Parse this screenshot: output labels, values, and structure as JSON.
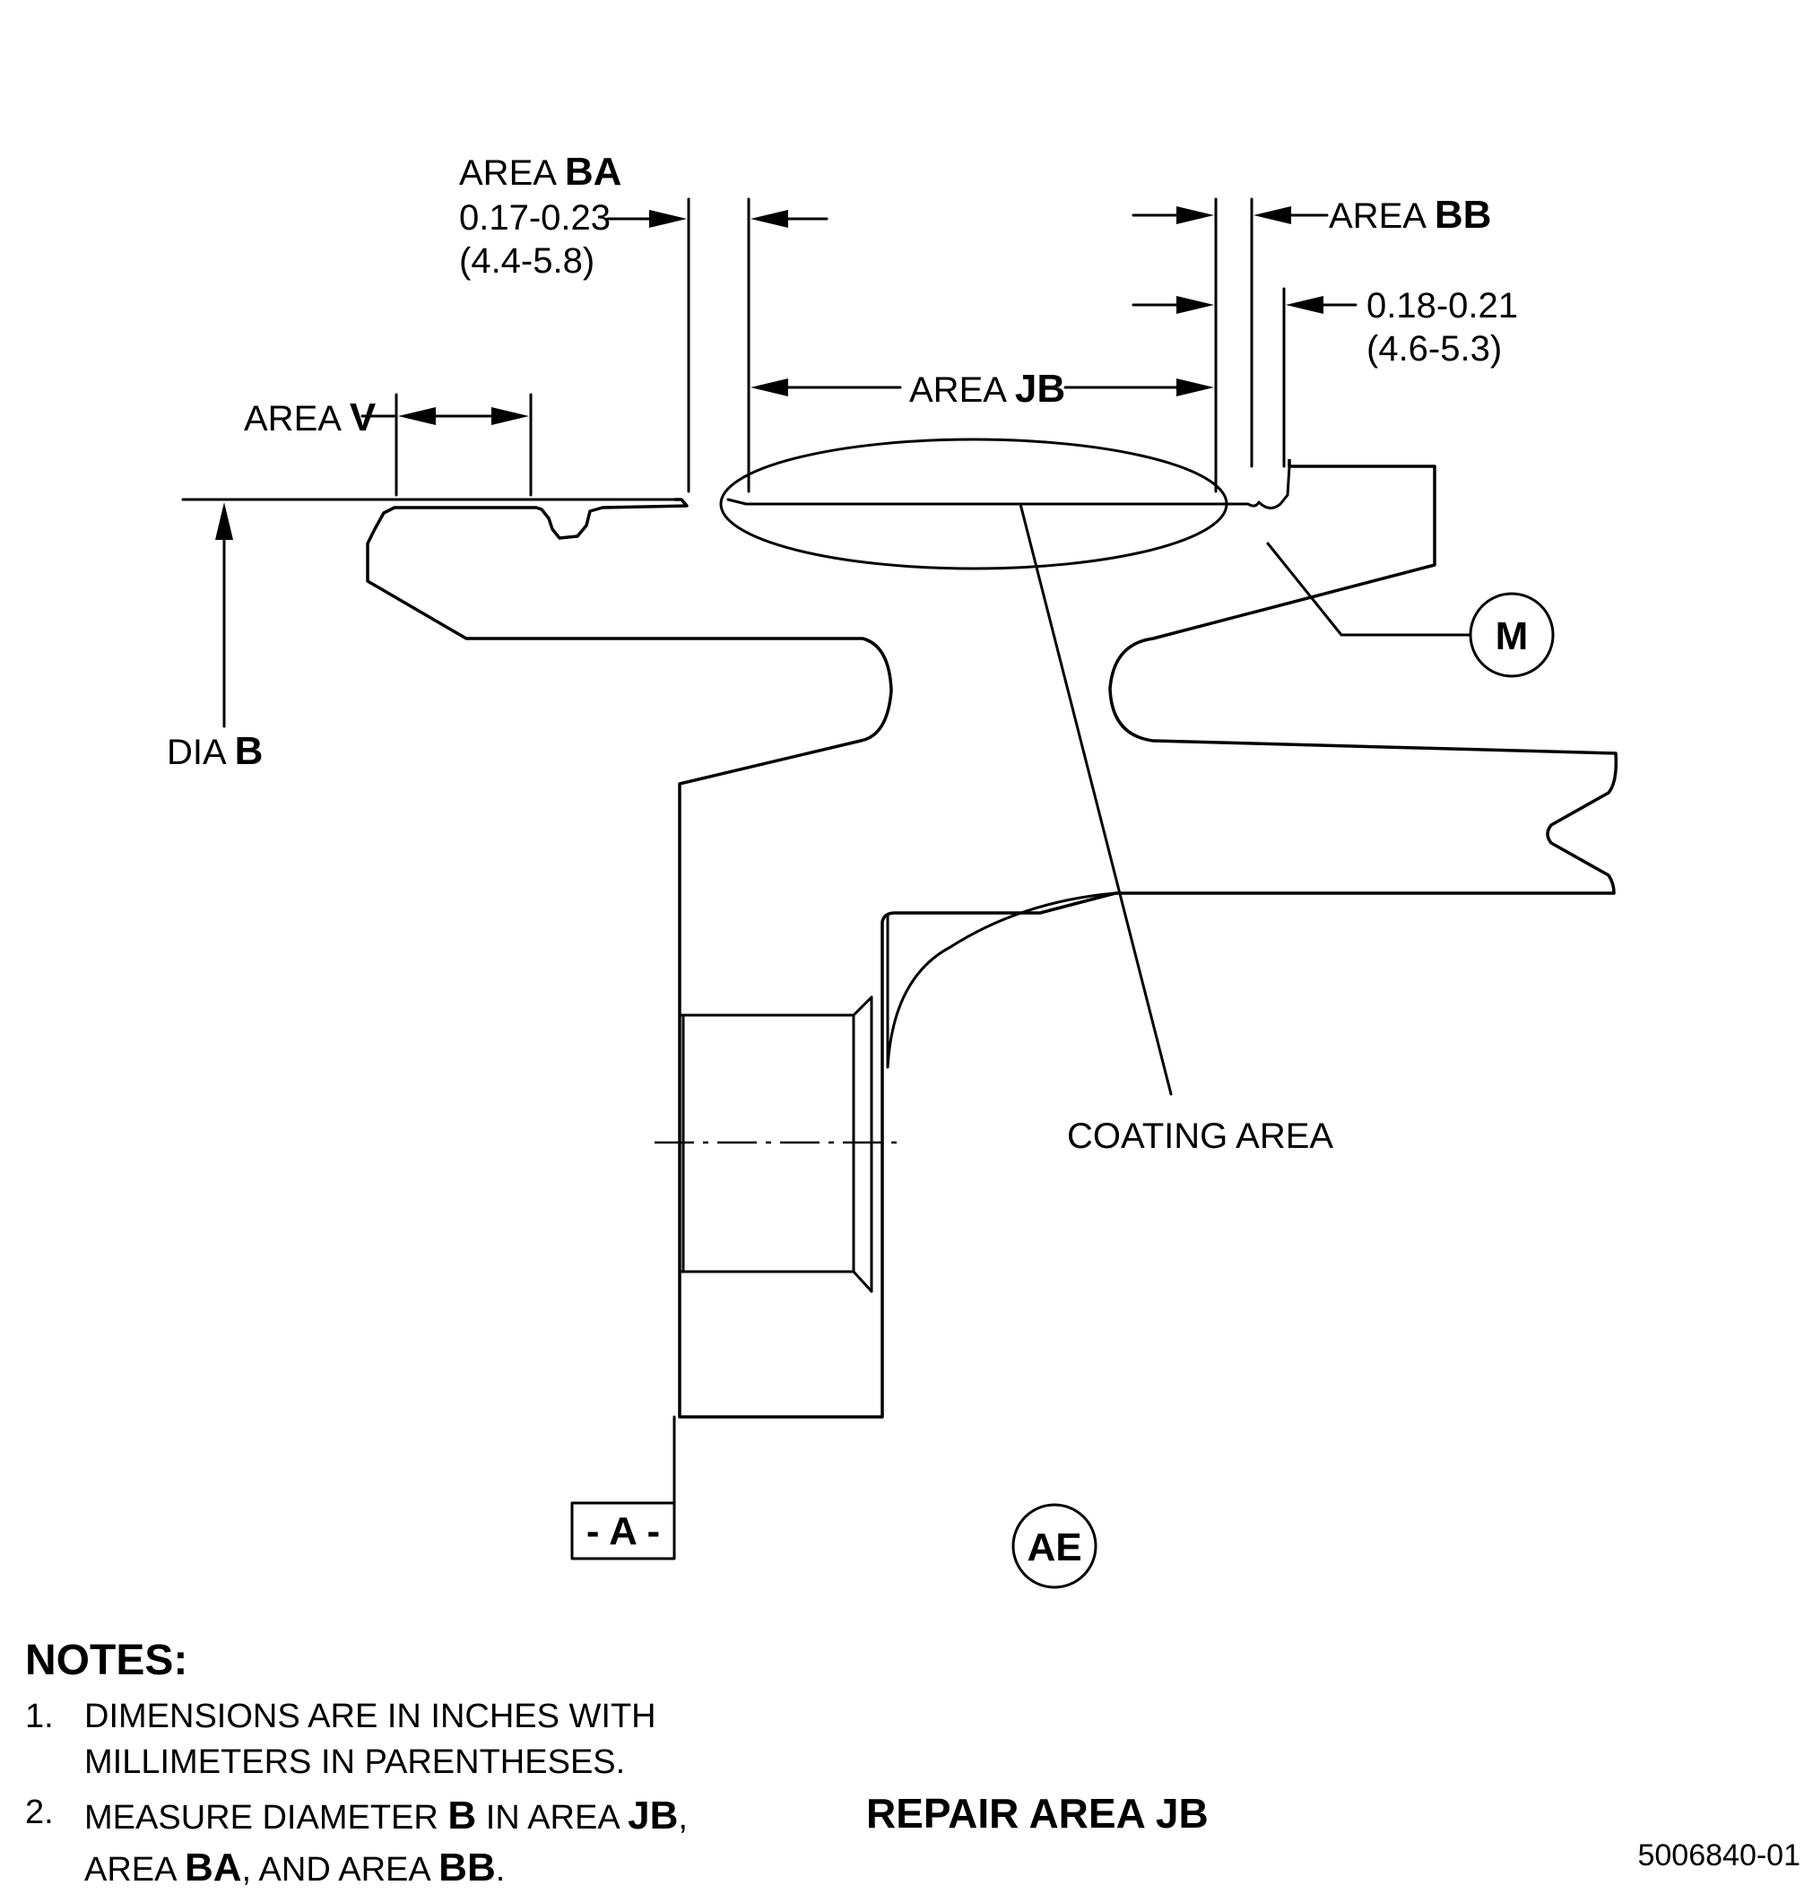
{
  "labels": {
    "area_ba_prefix": "AREA ",
    "area_ba_letters": "BA",
    "ba_dim_in": "0.17-0.23",
    "ba_dim_mm": "(4.4-5.8)",
    "area_bb_prefix": "AREA ",
    "area_bb_letters": "BB",
    "bb_dim_in": "0.18-0.21",
    "bb_dim_mm": "(4.6-5.3)",
    "area_jb_prefix": "AREA ",
    "area_jb_letters": "JB",
    "area_v_prefix": "AREA ",
    "area_v_letters": "V",
    "dia_prefix": "DIA ",
    "dia_letter": "B",
    "coating_area": "COATING AREA",
    "callout_m": "M",
    "datum_a": "- A -",
    "view_ae": "AE"
  },
  "notes": {
    "title": "NOTES:",
    "n1_num": "1.",
    "n1_line1": "DIMENSIONS ARE IN INCHES WITH",
    "n1_line2": "MILLIMETERS IN PARENTHESES.",
    "n2_num": "2.",
    "n2_t1": "MEASURE DIAMETER ",
    "n2_b1": "B",
    "n2_t2": " IN AREA ",
    "n2_b2": "JB",
    "n2_t3": ",",
    "n2_t4": "AREA ",
    "n2_b3": "BA",
    "n2_t5": ",  AND AREA ",
    "n2_b4": "BB",
    "n2_t6": "."
  },
  "title": "REPAIR AREA JB",
  "figure_id": "5006840-01"
}
